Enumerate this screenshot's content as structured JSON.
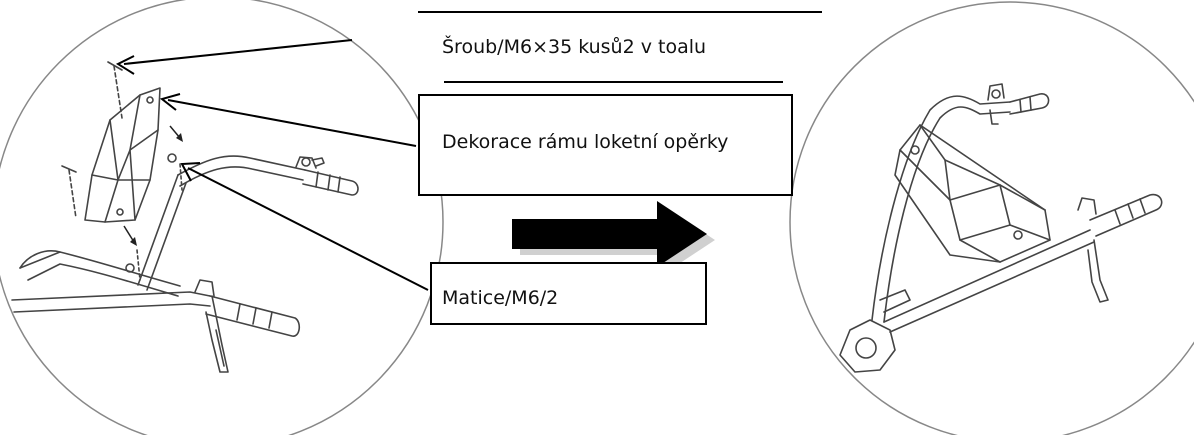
{
  "labels": {
    "screw": "Šroub/M6×35 kusů2 v toalu",
    "decoration": "Dekorace rámu loketní opěrky",
    "nut": "Matice/M6/2"
  },
  "icons": {
    "step_arrow": "right-arrow-icon"
  },
  "colors": {
    "line": "#000000",
    "frame": "#555555",
    "background": "#ffffff"
  }
}
